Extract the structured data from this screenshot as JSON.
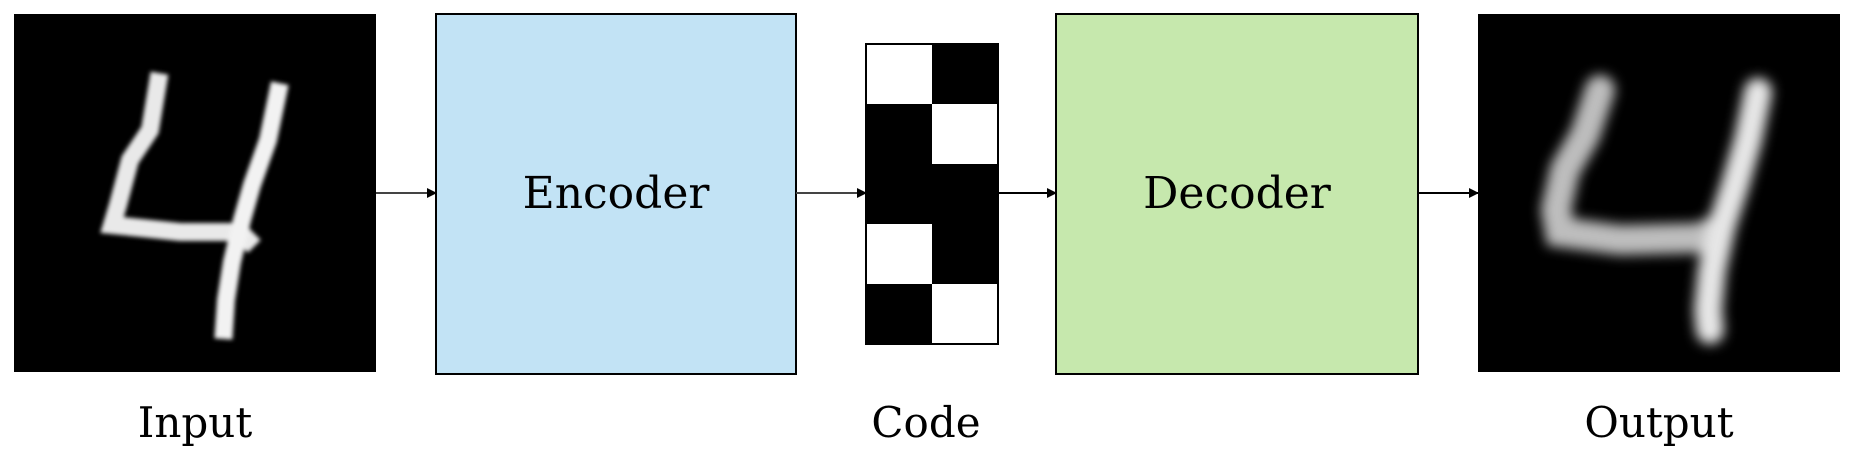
{
  "diagram": {
    "input": {
      "caption": "Input",
      "image": "mnist-digit-4"
    },
    "encoder": {
      "label": "Encoder",
      "fill": "#c2e3f5"
    },
    "code": {
      "caption": "Code",
      "cells": [
        [
          0,
          1
        ],
        [
          1,
          0
        ],
        [
          1,
          1
        ],
        [
          0,
          1
        ],
        [
          1,
          0
        ]
      ]
    },
    "decoder": {
      "label": "Decoder",
      "fill": "#c6e8ad"
    },
    "output": {
      "caption": "Output",
      "image": "reconstructed-digit-4"
    }
  }
}
